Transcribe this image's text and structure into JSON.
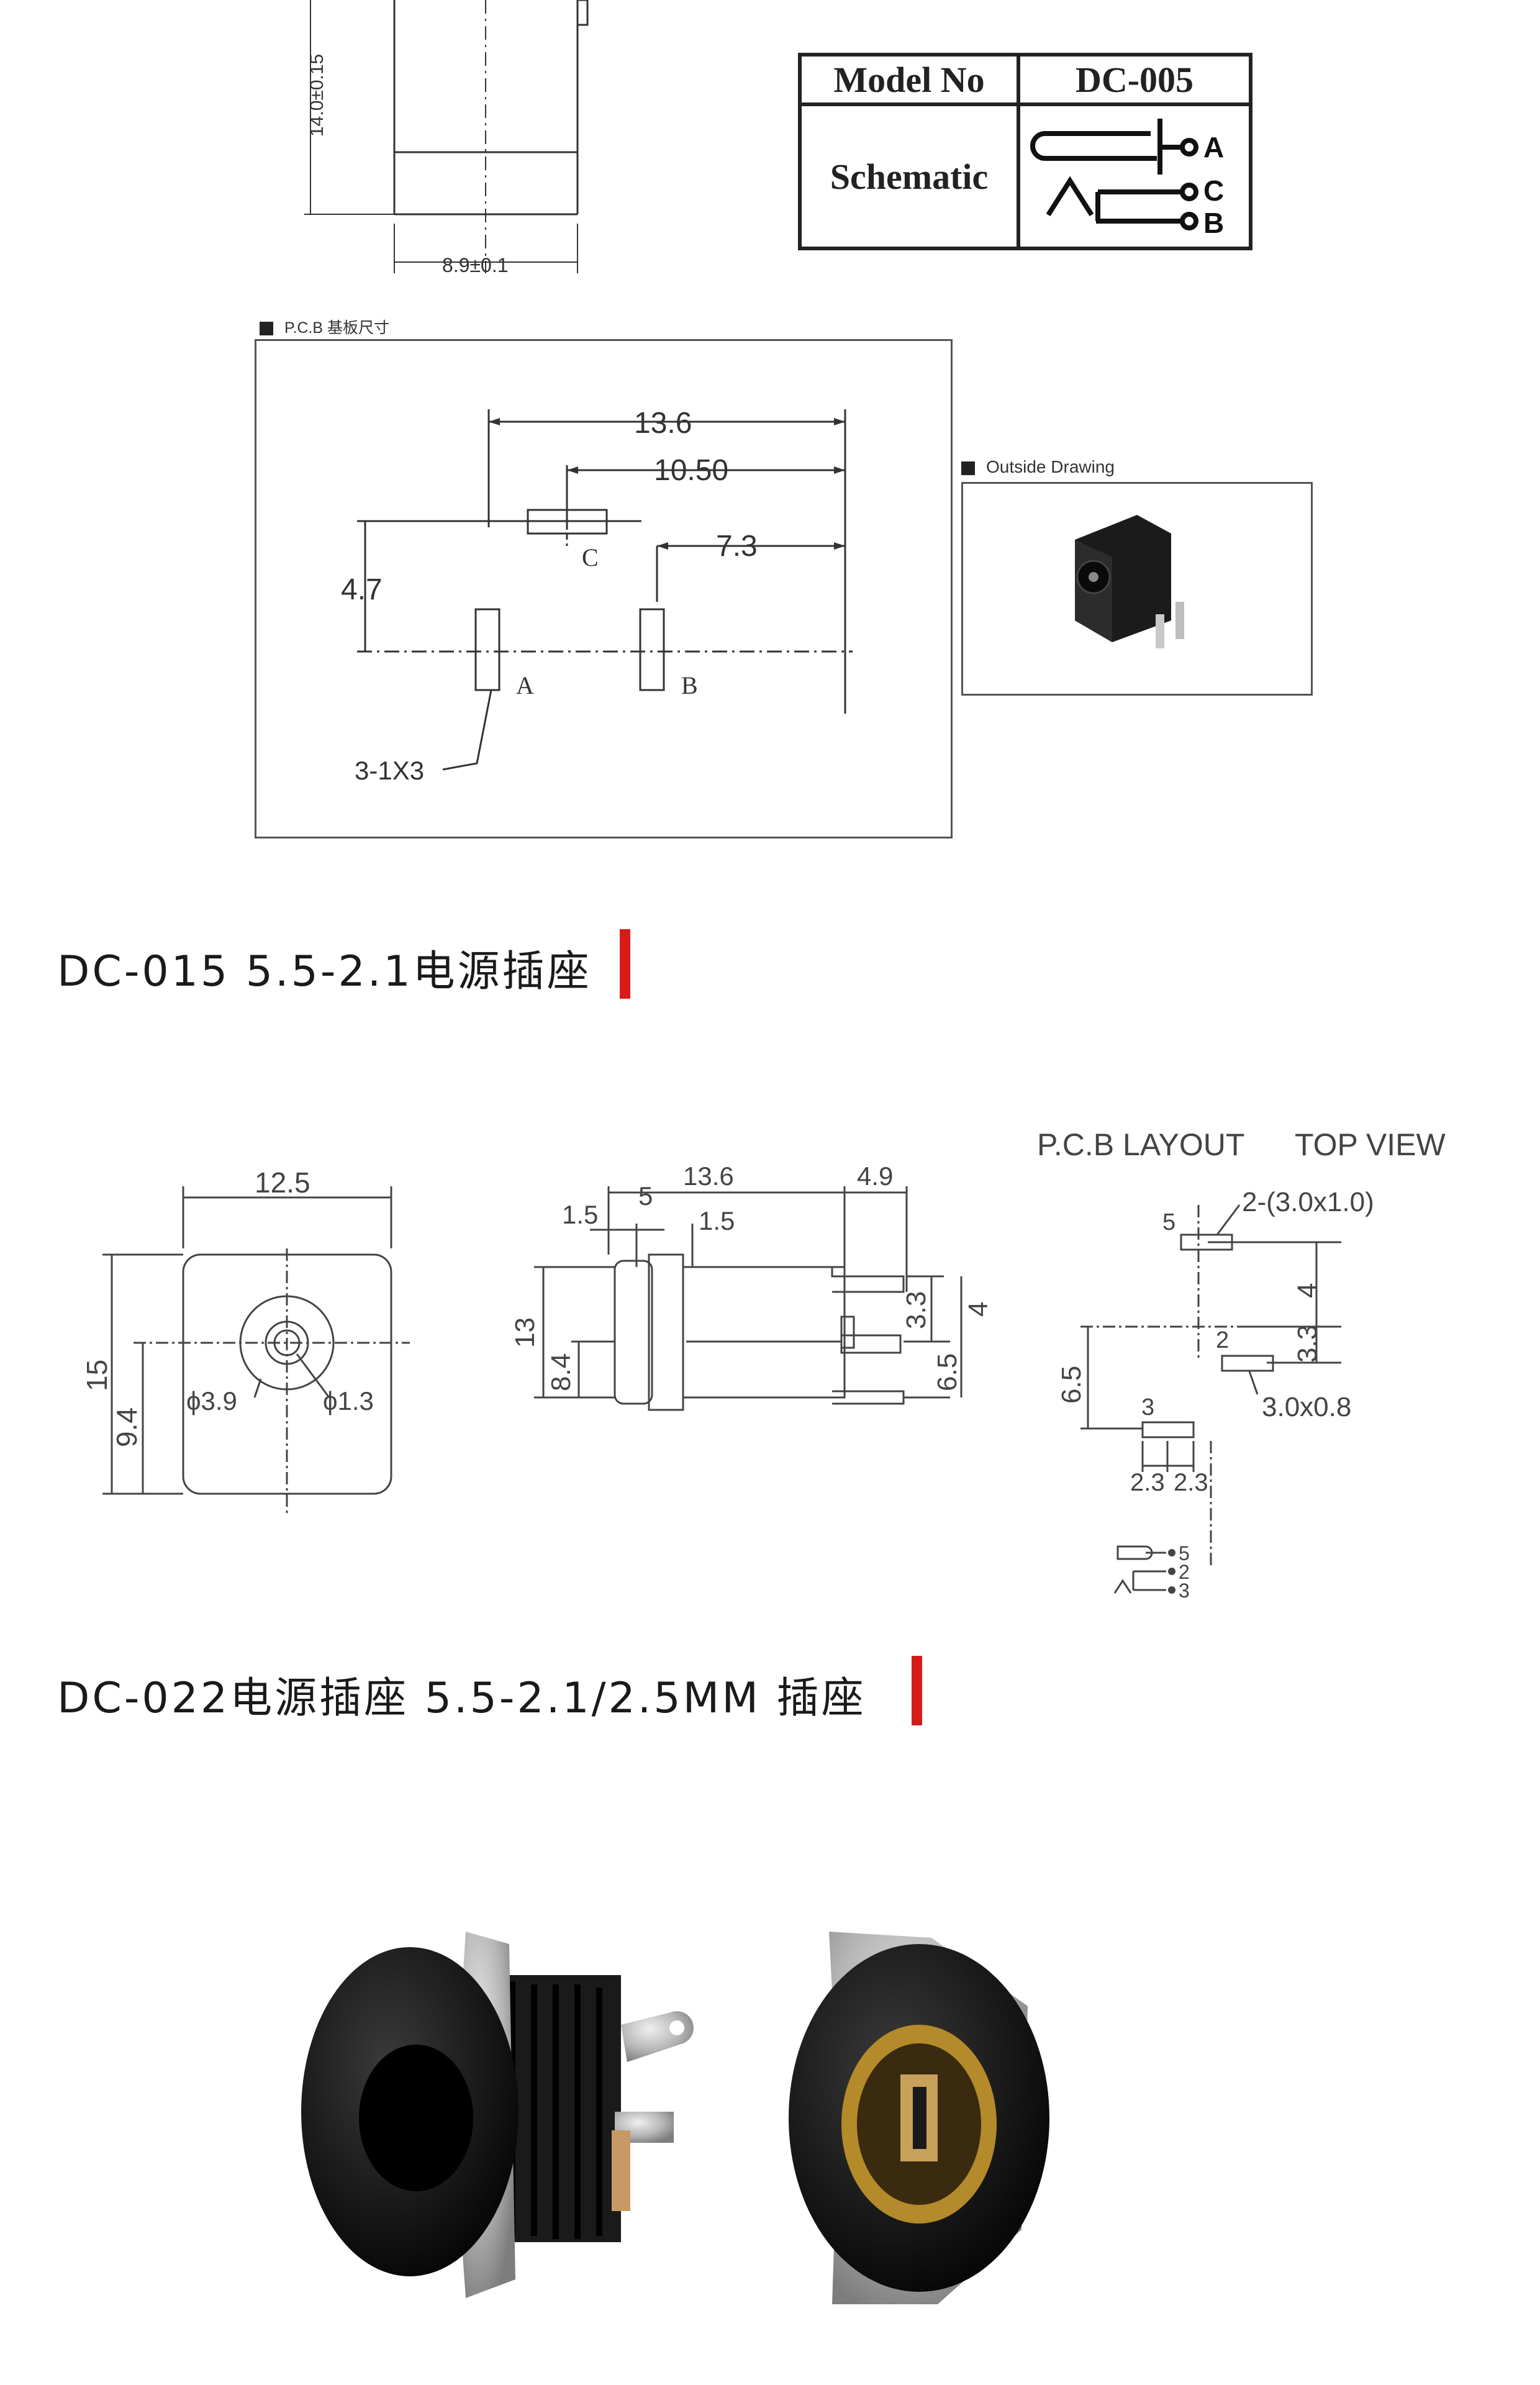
{
  "dc005": {
    "dim_height": "14.0±0.15",
    "dim_width": "8.9±0.1",
    "table": {
      "model_label": "Model No",
      "model_value": "DC-005",
      "schematic_label": "Schematic",
      "pins": [
        "A",
        "C",
        "B"
      ]
    },
    "pcb": {
      "title": "P.C.B 基板尺寸",
      "dim_total": "13.6",
      "dim_c": "10.50",
      "dim_b": "7.3",
      "dim_height": "4.7",
      "pad_a": "A",
      "pad_b": "B",
      "pad_c": "C",
      "hole_note": "3-1X3"
    },
    "outside": {
      "title": "Outside Drawing"
    }
  },
  "dc015": {
    "heading": "DC-015 5.5-2.1电源插座",
    "front": {
      "width": "12.5",
      "height": "15",
      "center_h": "9.4",
      "d_outer": "ϕ3.9",
      "d_inner": "ϕ1.3"
    },
    "side": {
      "length": "13.6",
      "pins": "4.9",
      "a": "1.5",
      "b": "5",
      "c": "1.5",
      "h1": "13",
      "h2": "8.4",
      "p1": "4",
      "p2": "3.3",
      "p3": "6.5"
    },
    "pcb": {
      "title_left": "P.C.B LAYOUT",
      "title_right": "TOP VIEW",
      "pad5": "5",
      "pad2": "2",
      "pad3": "3",
      "slot_big": "2-(3.0x1.0)",
      "slot_small": "3.0x0.8",
      "d4": "4",
      "d33": "3.3",
      "d65": "6.5",
      "d23a": "2.3",
      "d23b": "2.3",
      "legend": [
        "5",
        "2",
        "3"
      ]
    }
  },
  "dc022": {
    "heading": "DC-022电源插座 5.5-2.1/2.5MM 插座"
  },
  "colors": {
    "accent": "#d61b1b",
    "line": "#333333"
  }
}
